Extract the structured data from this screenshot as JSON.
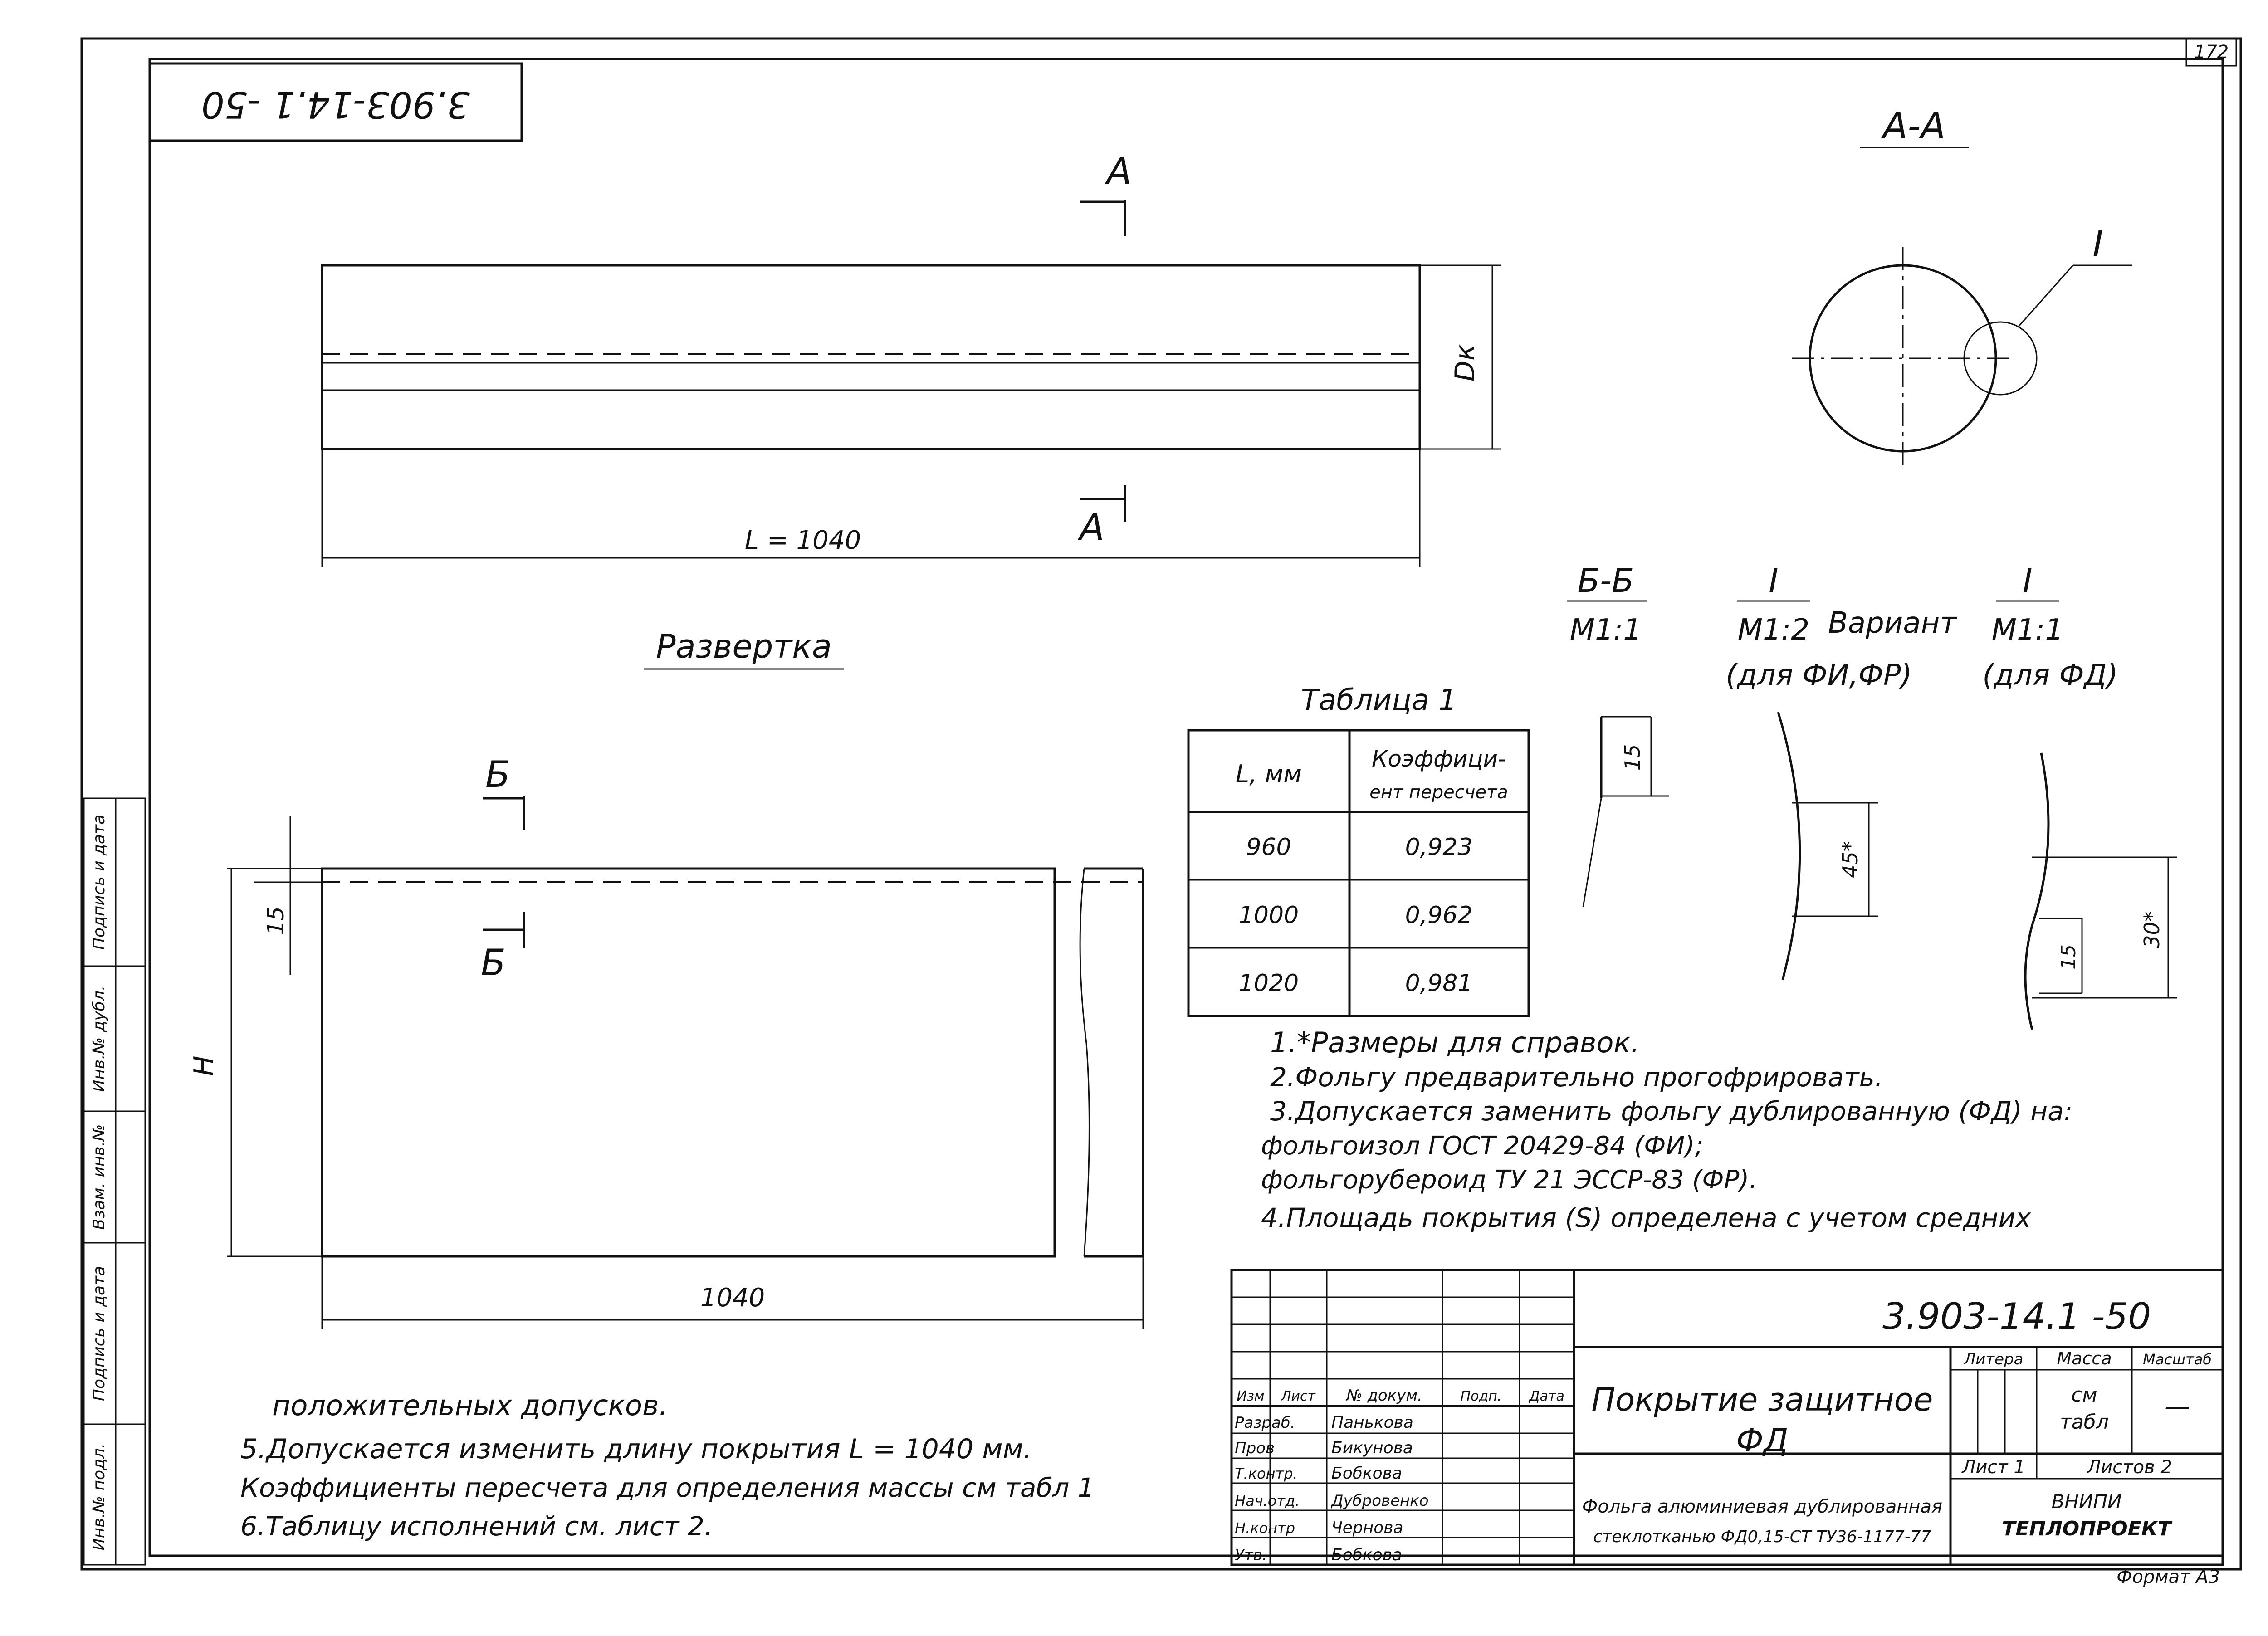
{
  "stamp_top": "3.903-14.1 -50",
  "page_number": "172",
  "section_aa": "А-А",
  "cut_a": "А",
  "cut_b": "Б",
  "dk_label": "Dк",
  "length_label": "L = 1040",
  "razvertka": "Развертка",
  "dim_15": "15",
  "dim_h": "H",
  "dim_1040": "1040",
  "detail_mark": "I",
  "section_bb": "Б-Б",
  "scale_bb": "М1:1",
  "scale_i1": "М1:2",
  "variant": "Вариант",
  "for_fi_fr": "(для ФИ,ФР)",
  "scale_i2": "М1:1",
  "for_fd": "(для ФД)",
  "dim_45": "45*",
  "dim_30": "30*",
  "table1": {
    "title": "Таблица 1",
    "head_l": "L, мм",
    "head_k1": "Коэффици-",
    "head_k2": "ент пересчета",
    "rows": [
      {
        "l": "960",
        "k": "0,923"
      },
      {
        "l": "1000",
        "k": "0,962"
      },
      {
        "l": "1020",
        "k": "0,981"
      }
    ]
  },
  "notes": [
    "1.*Размеры для справок.",
    "2.Фольгу предварительно прогофрировать.",
    "3.Допускается заменить фольгу дублированную (ФД) на:",
    "фольгоизол ГОСТ 20429-84 (ФИ);",
    "фольгорубероид ТУ 21 ЭССР-83 (ФР).",
    "4.Площадь покрытия (S) определена с учетом средних",
    "положительных допусков.",
    "5.Допускается изменить длину покрытия L = 1040 мм.",
    "Коэффициенты пересчета для определения массы см табл 1",
    "6.Таблицу исполнений см. лист 2."
  ],
  "title_block": {
    "doc_code": "3.903-14.1 -50",
    "name1": "Покрытие защитное",
    "name2": "ФД",
    "material1": "Фольга алюминиевая дублированная",
    "material2": "стеклотканью ФД0,15-СТ ТУ36-1177-77",
    "litera": "Литера",
    "massa": "Масса",
    "masshtab": "Масштаб",
    "massa_val1": "см",
    "massa_val2": "табл",
    "masshtab_val": "—",
    "list": "Лист 1",
    "listov": "Листов 2",
    "org1": "ВНИПИ",
    "org2": "ТЕПЛОПРОЕКТ",
    "head": [
      "Изм",
      "Лист",
      "№ докум.",
      "Подп.",
      "Дата"
    ],
    "roles": [
      "Разраб.",
      "Пров",
      "Т.контр.",
      "Нач.отд.",
      "Н.контр",
      "Утв."
    ],
    "persons": [
      "Панькова",
      "Бикунова",
      "Бобкова",
      "Дубровенко",
      "Чернова",
      "Бобкова"
    ]
  },
  "side_labels": [
    "Инв.№ подл.",
    "Подпись и дата",
    "Взам. инв.№",
    "Инв.№ дубл.",
    "Подпись и дата"
  ],
  "format": "Формат А3"
}
